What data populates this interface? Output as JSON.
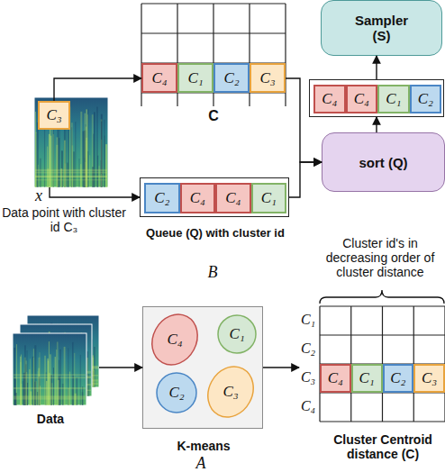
{
  "diagram": {
    "nodes": [
      {
        "text": [
          "Sampler (S)"
        ]
      },
      {
        "text": [
          "C"
        ]
      },
      {
        "text": [
          "C₄"
        ],
        "in": 1
      },
      {
        "text": [
          "C₁"
        ],
        "in": 1
      },
      {
        "text": [
          "C₂"
        ],
        "in": 1
      },
      {
        "text": [
          "C₃"
        ],
        "in": 1
      },
      {
        "text": []
      },
      {
        "text": [
          "C₄"
        ],
        "in": 6
      },
      {
        "text": [
          "C₄"
        ],
        "in": 6
      },
      {
        "text": [
          "C₁"
        ],
        "in": 6
      },
      {
        "text": [
          "C₂"
        ],
        "in": 6
      },
      {
        "text": [
          "x"
        ]
      },
      {
        "text": [
          "C₃"
        ],
        "in": 11
      },
      {
        "text": [
          "sort (Q)"
        ]
      },
      {
        "text": [
          "Queue (Q) with cluster id"
        ]
      },
      {
        "text": [
          "C₂"
        ],
        "in": 14
      },
      {
        "text": [
          "C₄"
        ],
        "in": 14
      },
      {
        "text": [
          "C₄"
        ],
        "in": 14
      },
      {
        "text": [
          "C₁"
        ],
        "in": 14
      },
      {
        "text": [
          "Data"
        ]
      },
      {
        "text": [
          "K-means"
        ]
      },
      {
        "text": [
          "C₄"
        ],
        "in": 20
      },
      {
        "text": [
          "C₁"
        ],
        "in": 20
      },
      {
        "text": [
          "C₂"
        ],
        "in": 20
      },
      {
        "text": [
          "C₃"
        ],
        "in": 20
      },
      {
        "text": [
          "Cluster Centroid distance (C)"
        ]
      },
      {
        "text": [
          "C₄"
        ],
        "in": 25
      },
      {
        "text": [
          "C₁"
        ],
        "in": 25
      },
      {
        "text": [
          "C₂"
        ],
        "in": 25
      },
      {
        "text": [
          "C₃"
        ],
        "in": 25
      }
    ],
    "edges": [
      {
        "from": 12,
        "to": 1,
        "arrow": "to"
      },
      {
        "from": 11,
        "to": 14,
        "arrow": "to"
      },
      {
        "from": 1,
        "to": 13,
        "arrow": "to"
      },
      {
        "from": 14,
        "to": 13,
        "arrow": "to"
      },
      {
        "from": 13,
        "to": 6,
        "arrow": "to"
      },
      {
        "from": 6,
        "to": 0,
        "arrow": "to"
      },
      {
        "from": 19,
        "to": 20,
        "arrow": "to"
      },
      {
        "from": 20,
        "to": 25,
        "arrow": "to"
      }
    ],
    "labels": [
      "Data point with cluster id C₃",
      "B",
      "Cluster id's in decreasing order of cluster distance",
      "C₁",
      "C₂",
      "C₃",
      "C₄",
      "A"
    ]
  }
}
